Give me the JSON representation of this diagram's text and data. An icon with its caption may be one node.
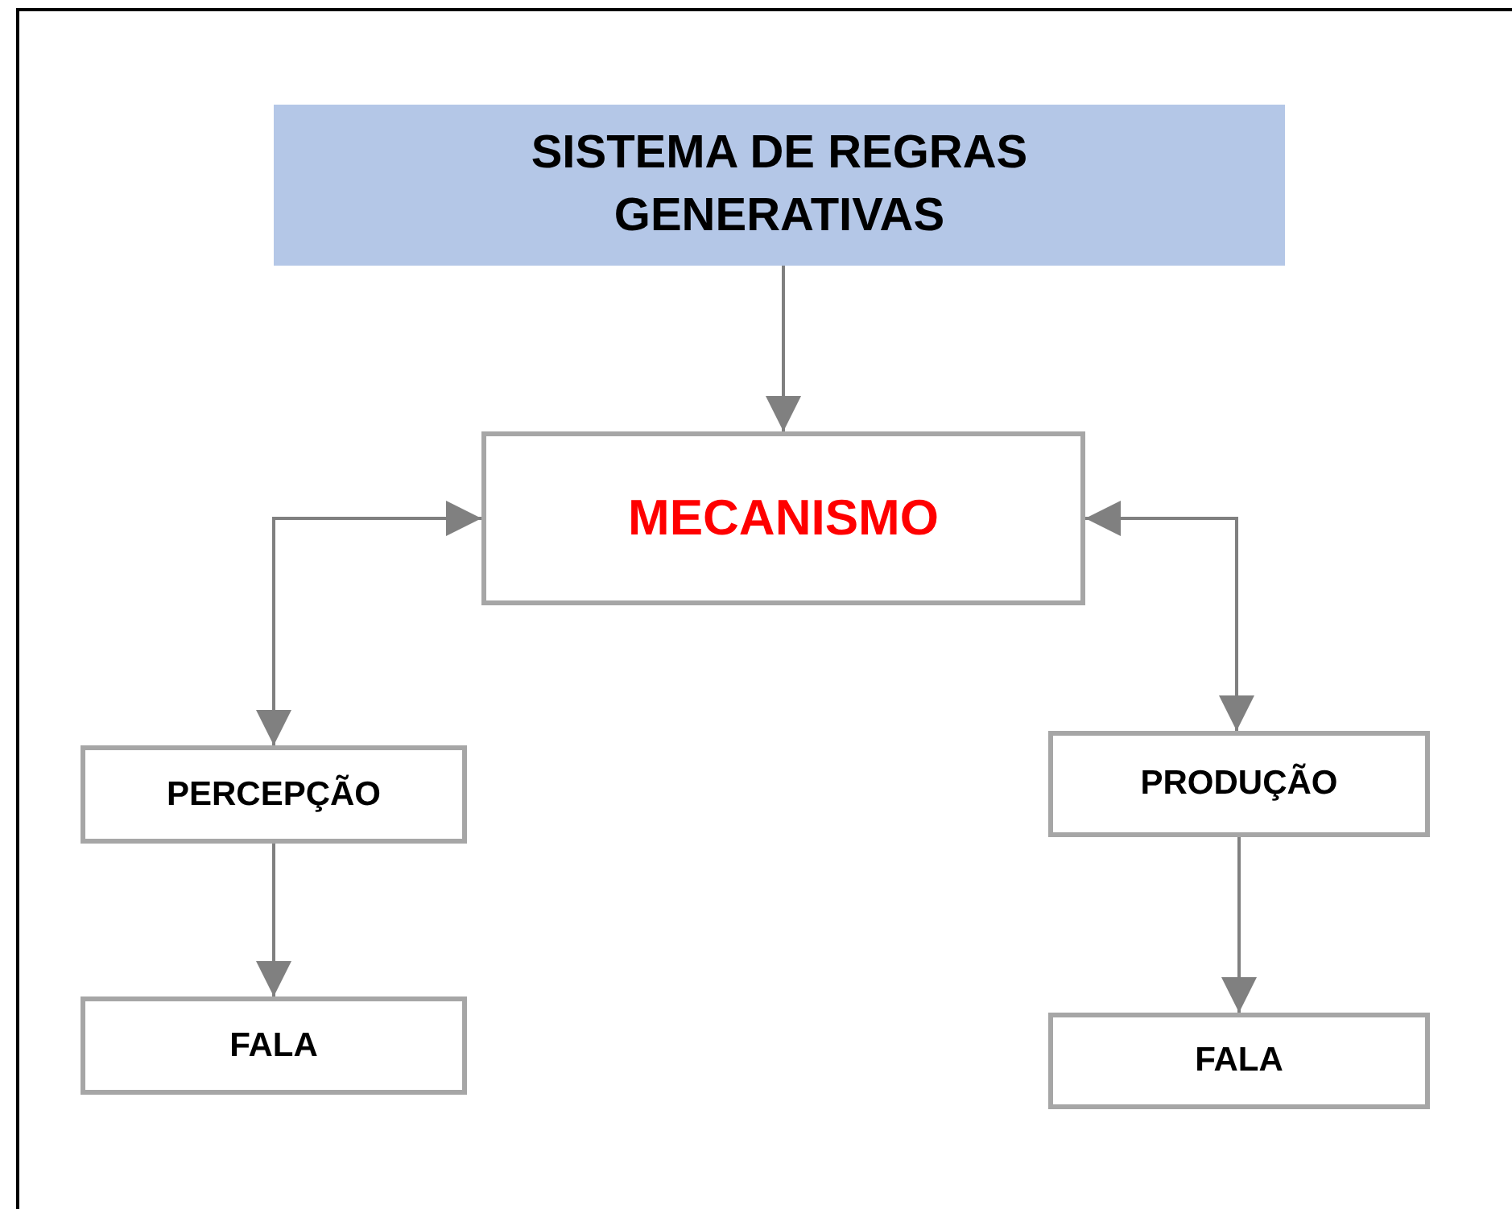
{
  "diagram": {
    "nodes": [
      {
        "text": [
          "SISTEMA DE REGRAS GENERATIVAS"
        ]
      },
      {
        "text": [
          "MECANISMO"
        ]
      },
      {
        "text": [
          "PERCEPÇÃO"
        ]
      },
      {
        "text": [
          "PRODUÇÃO"
        ]
      },
      {
        "text": [
          "FALA"
        ]
      },
      {
        "text": [
          "FALA"
        ]
      }
    ],
    "edges": [
      {
        "from": 0,
        "to": 1,
        "arrow": "to"
      },
      {
        "from": 2,
        "to": 1,
        "arrow": "both"
      },
      {
        "from": 1,
        "to": 3,
        "arrow": "both"
      },
      {
        "from": 2,
        "to": 4,
        "arrow": "to"
      },
      {
        "from": 3,
        "to": 5,
        "arrow": "to"
      }
    ]
  }
}
